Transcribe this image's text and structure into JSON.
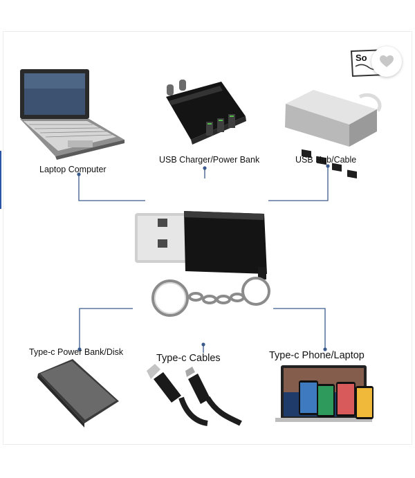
{
  "labels": {
    "laptop": "Laptop Computer",
    "charger": "USB Charger/Power Bank",
    "hub": "USB Hub/Cable",
    "power_bank": "Type-c Power Bank/Disk",
    "cables": "Type-c Cables",
    "phone": "Type-c Phone/Laptop"
  },
  "badge": {
    "text": "So"
  },
  "icons": {
    "wishlist": "heart-icon"
  },
  "colors": {
    "connector_line": "#3a5a8c",
    "accent": "#2d55a6"
  }
}
